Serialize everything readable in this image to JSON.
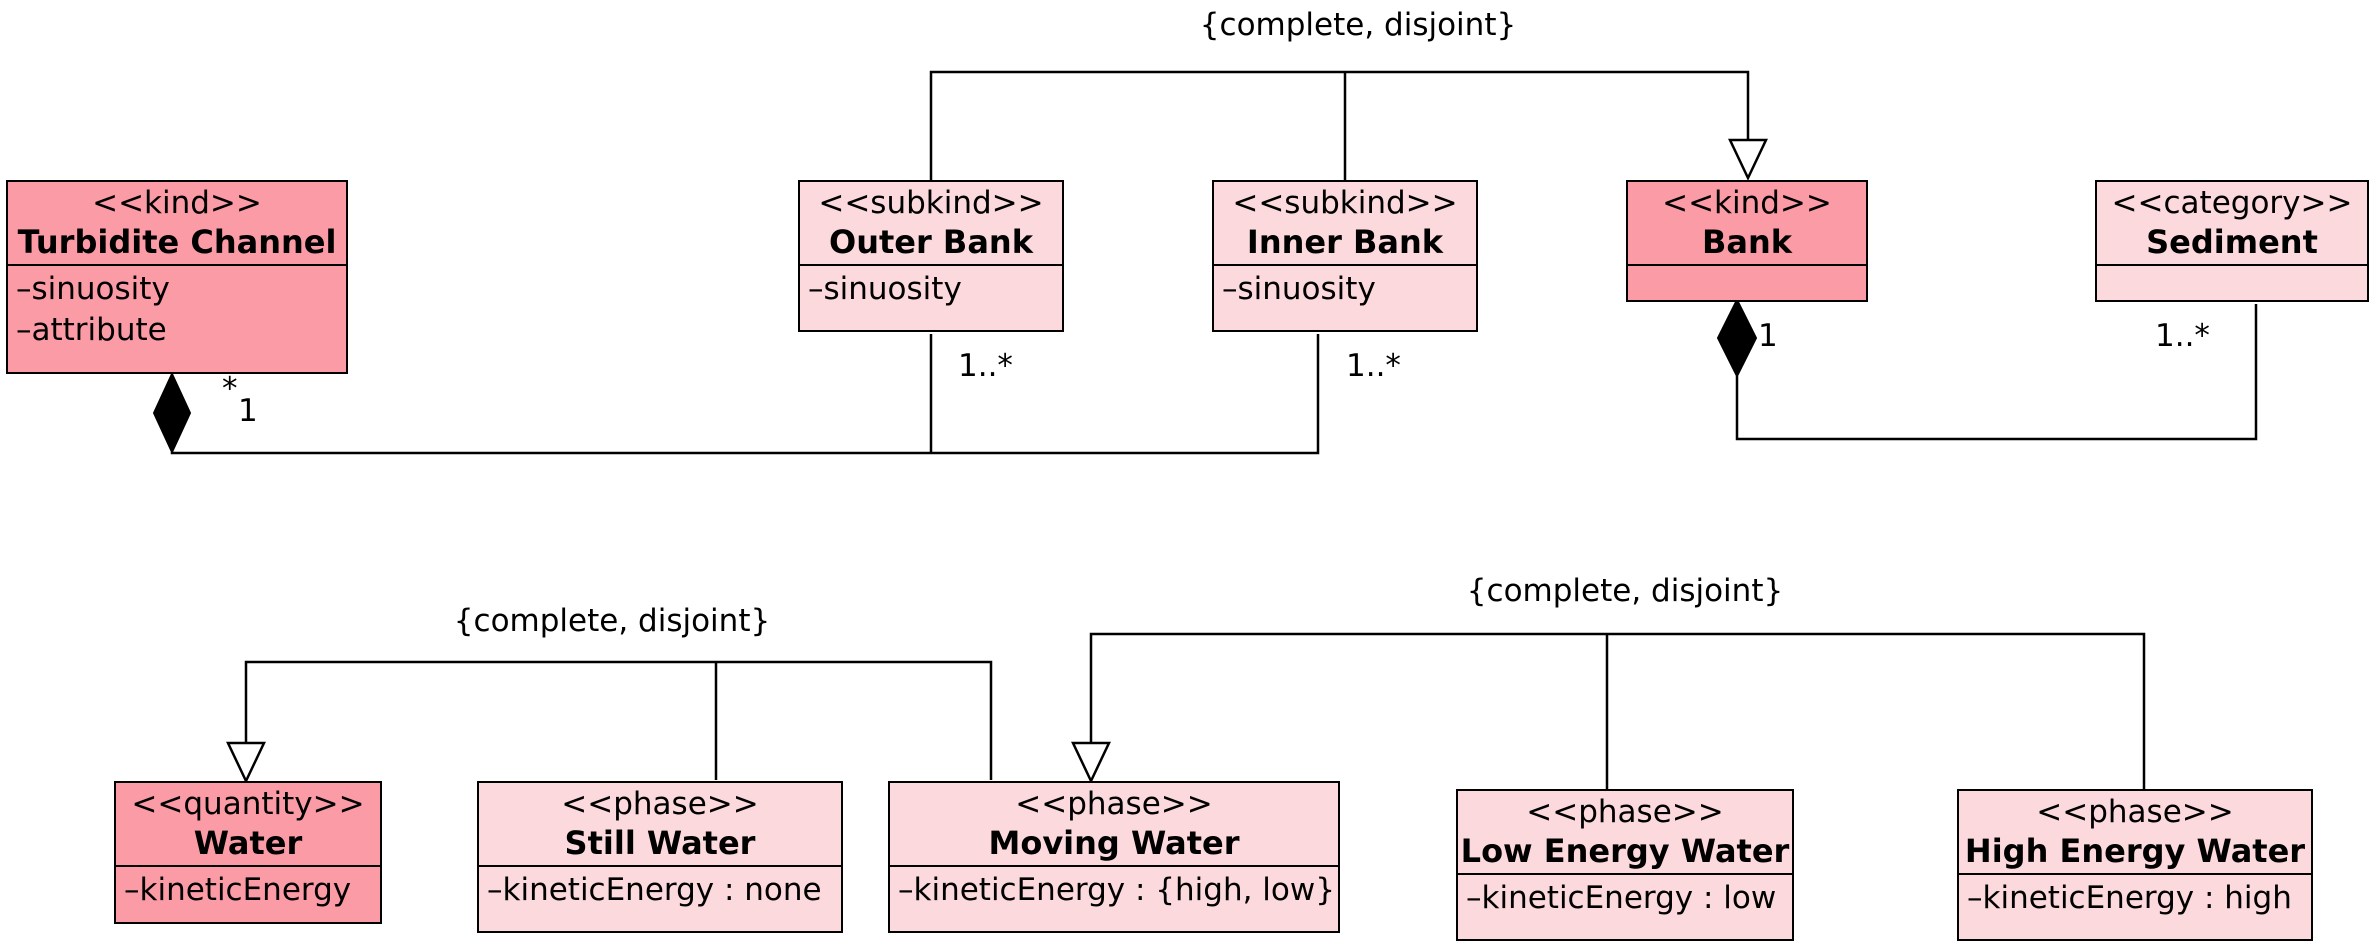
{
  "classes": {
    "turbidite_channel": {
      "stereotype": "<<kind>>",
      "name": "Turbidite Channel",
      "attributes": [
        "–sinuosity",
        "–attribute"
      ]
    },
    "outer_bank": {
      "stereotype": "<<subkind>>",
      "name": "Outer Bank",
      "attributes": [
        "–sinuosity"
      ]
    },
    "inner_bank": {
      "stereotype": "<<subkind>>",
      "name": "Inner Bank",
      "attributes": [
        "–sinuosity"
      ]
    },
    "bank": {
      "stereotype": "<<kind>>",
      "name": "Bank",
      "attributes": []
    },
    "sediment": {
      "stereotype": "<<category>>",
      "name": "Sediment",
      "attributes": []
    },
    "water": {
      "stereotype": "<<quantity>>",
      "name": "Water",
      "attributes": [
        "–kineticEnergy"
      ]
    },
    "still_water": {
      "stereotype": "<<phase>>",
      "name": "Still Water",
      "attributes": [
        "–kineticEnergy : none"
      ]
    },
    "moving_water": {
      "stereotype": "<<phase>>",
      "name": "Moving Water",
      "attributes": [
        "–kineticEnergy : {high, low}"
      ]
    },
    "low_energy_water": {
      "stereotype": "<<phase>>",
      "name": "Low Energy Water",
      "attributes": [
        "–kineticEnergy : low"
      ]
    },
    "high_energy_water": {
      "stereotype": "<<phase>>",
      "name": "High Energy Water",
      "attributes": [
        "–kineticEnergy : high"
      ]
    }
  },
  "generalization_sets": {
    "bank_set": "{complete, disjoint}",
    "water_set": "{complete, disjoint}",
    "moving_water_set": "{complete, disjoint}"
  },
  "multiplicities": {
    "channel_whole": "1",
    "channel_part_star": "*",
    "outer_bank": "1..*",
    "inner_bank": "1..*",
    "bank_whole": "1",
    "sediment": "1..*"
  },
  "colors": {
    "kind_fill": "#fb9ba5",
    "subkind_fill": "#fcd9dd",
    "line": "#000000"
  }
}
